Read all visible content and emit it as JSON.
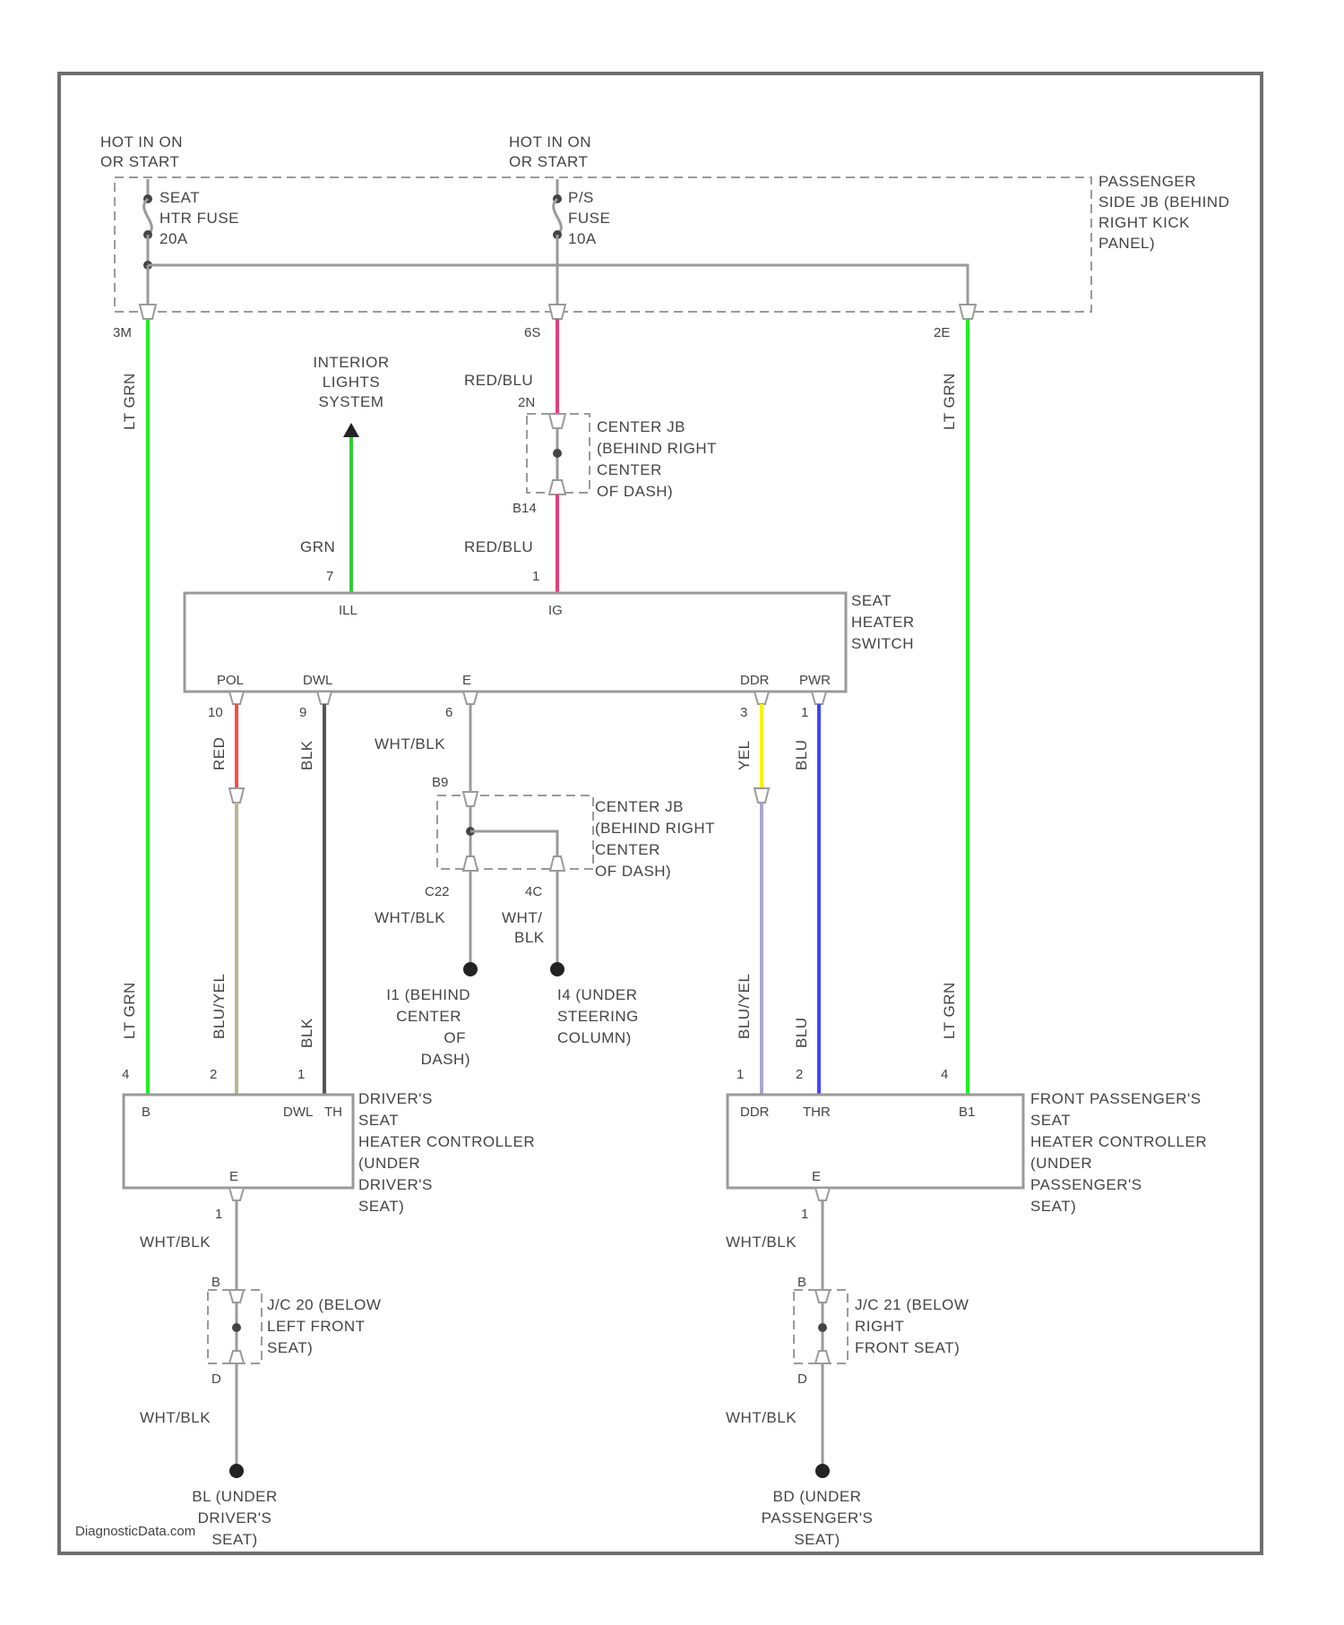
{
  "labels": {
    "hot1": [
      "HOT IN ON",
      "OR START"
    ],
    "hot2": [
      "HOT IN ON",
      "OR START"
    ],
    "fuse1": [
      "SEAT",
      "HTR FUSE",
      "20A"
    ],
    "fuse2": [
      "P/S",
      "FUSE",
      "10A"
    ],
    "pass_jb": [
      "PASSENGER",
      "SIDE JB (BEHIND",
      "RIGHT KICK",
      "PANEL)"
    ],
    "interior": [
      "INTERIOR",
      "LIGHTS",
      "SYSTEM"
    ],
    "center_jb1": [
      "CENTER JB",
      "(BEHIND RIGHT",
      "CENTER",
      "OF DASH)"
    ],
    "center_jb2": [
      "CENTER JB",
      "(BEHIND RIGHT",
      "CENTER",
      "OF DASH)"
    ],
    "switch": [
      "SEAT",
      "HEATER",
      "SWITCH"
    ],
    "drv_ctrl": [
      "DRIVER'S",
      "SEAT",
      "HEATER CONTROLLER",
      "(UNDER",
      "DRIVER'S",
      "SEAT)"
    ],
    "pas_ctrl": [
      "FRONT PASSENGER'S",
      "SEAT",
      "HEATER CONTROLLER",
      "(UNDER",
      "PASSENGER'S",
      "SEAT)"
    ],
    "gnd1": [
      "I1 (BEHIND",
      "CENTER",
      "OF",
      "DASH)"
    ],
    "gnd2": [
      "I4 (UNDER",
      "STEERING",
      "COLUMN)"
    ],
    "jc_left": [
      "J/C 20 (BELOW",
      "LEFT FRONT",
      "SEAT)"
    ],
    "jc_right": [
      "J/C 21 (BELOW",
      "RIGHT",
      "FRONT SEAT)"
    ],
    "gnd_left": [
      "BL (UNDER",
      "DRIVER'S",
      "SEAT)"
    ],
    "gnd_right": [
      "BD (UNDER",
      "PASSENGER'S",
      "SEAT)"
    ],
    "watermark": "DiagnosticData.com"
  },
  "wire_colors": {
    "lt_grn": "LT GRN",
    "red_blu": "RED/BLU",
    "grn": "GRN",
    "red": "RED",
    "blk": "BLK",
    "wht_blk": "WHT/BLK",
    "wht_blk_split": [
      "WHT/",
      "BLK"
    ],
    "yel": "YEL",
    "blu": "BLU",
    "blu_yel": "BLU/YEL"
  },
  "pins": {
    "jb_left": "3M",
    "jb_mid": "6S",
    "jb_right": "2E",
    "cjb1_top": "2N",
    "cjb1_bot": "B14",
    "sw_grn": "7",
    "sw_rb": "1",
    "sw_ill": "ILL",
    "sw_ig": "IG",
    "sw_pol": "POL",
    "sw_dwl": "DWL",
    "sw_e": "E",
    "sw_ddr": "DDR",
    "sw_pwr": "PWR",
    "sw_p10": "10",
    "sw_p9": "9",
    "sw_p6": "6",
    "sw_p3": "3",
    "sw_p1": "1",
    "cjb2_top": "B9",
    "cjb2_botl": "C22",
    "cjb2_botr": "4C",
    "d_p4": "4",
    "d_p2": "2",
    "d_p1": "1",
    "d_b": "B",
    "d_dwl": "DWL",
    "d_th": "TH",
    "d_e": "E",
    "d_pe": "1",
    "p_p1": "1",
    "p_p2": "2",
    "p_p4": "4",
    "p_ddr": "DDR",
    "p_thr": "THR",
    "p_b1": "B1",
    "p_e": "E",
    "p_pe": "1",
    "jcl_top": "B",
    "jcl_bot": "D",
    "jcr_top": "B",
    "jcr_bot": "D"
  },
  "colors": {
    "lt_grn": "#22ee22",
    "red_blu": "#e0407a",
    "grn": "#33cc33",
    "red": "#ff4a4a",
    "blk": "#555555",
    "yel": "#f4f400",
    "blu": "#4444ff",
    "blu_yel": "#b8b890",
    "blu_yel_r": "#a8a8c8",
    "wire": "#9a9a9a"
  }
}
